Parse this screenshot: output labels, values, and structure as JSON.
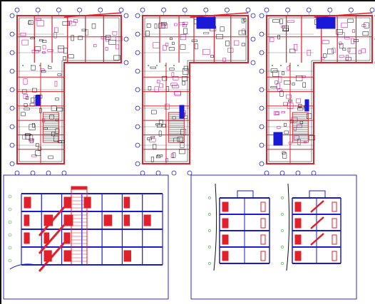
{
  "drawing": {
    "colors": {
      "wall": "#e0202a",
      "structure": "#1a1ad6",
      "detail": "#111111",
      "furniture": "#c4008c",
      "dimension": "#30b030",
      "grid_bubble": "#2020c0"
    },
    "plans": [
      {
        "id": "plan-floor-1",
        "shape": "L"
      },
      {
        "id": "plan-floor-2",
        "shape": "L"
      },
      {
        "id": "plan-floor-3",
        "shape": "L"
      }
    ],
    "sections": [
      {
        "id": "longitudinal-section",
        "floors": 4
      },
      {
        "id": "transverse-section-a",
        "floors": 4
      },
      {
        "id": "transverse-section-b",
        "floors": 4
      }
    ]
  }
}
